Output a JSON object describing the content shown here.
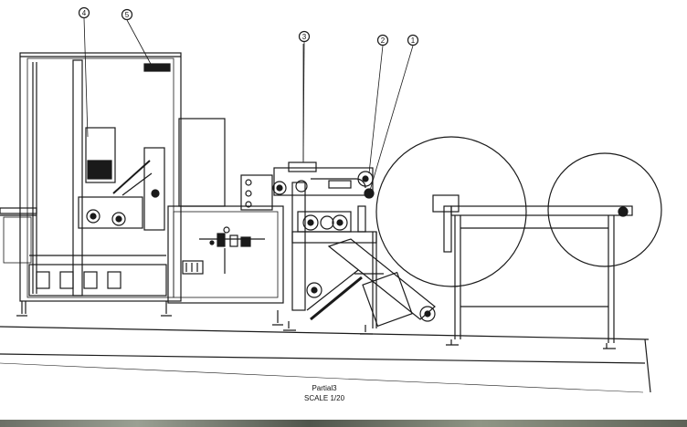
{
  "caption": {
    "title": "Partial3",
    "scale": "SCALE 1/20"
  },
  "callouts": [
    "1",
    "2",
    "3",
    "4",
    "5"
  ],
  "colors": {
    "line": "#1a1a1a",
    "background": "#ffffff",
    "strip": "#6b6f66"
  }
}
